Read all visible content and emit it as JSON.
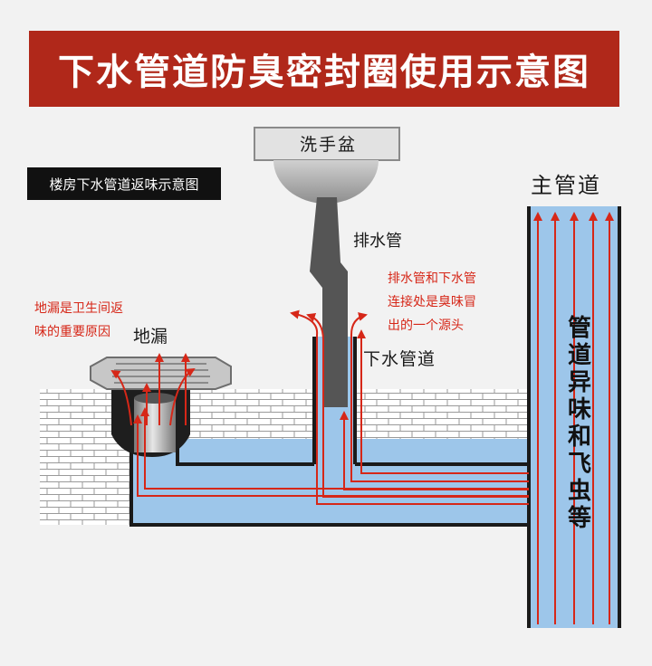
{
  "banner": {
    "title": "下水管道防臭密封圈使用示意图",
    "color": "#b0281a"
  },
  "tag": {
    "text": "楼房下水管道返味示意图"
  },
  "labels": {
    "basin": "洗手盆",
    "drain_pipe": "排水管",
    "floor_drain": "地漏",
    "sewer_pipe": "下水管道",
    "main_pipe": "主管道"
  },
  "notes": {
    "left": [
      "地漏是卫生间返",
      "味的重要原因"
    ],
    "right": [
      "排水管和下水管",
      "连接处是臭味冒",
      "出的一个源头"
    ]
  },
  "vertical_text": [
    "管",
    "道",
    "异",
    "味",
    "和",
    "飞",
    "虫",
    "等"
  ],
  "colors": {
    "water": "#9dc6ea",
    "arrow": "#d62718",
    "wall": "#ffffff",
    "brick_line": "#9a9a9a"
  }
}
